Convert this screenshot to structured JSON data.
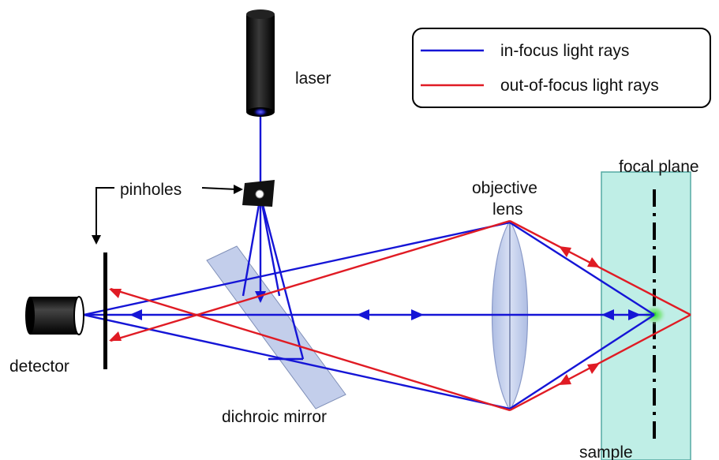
{
  "labels": {
    "laser": "laser",
    "pinholes": "pinholes",
    "detector": "detector",
    "dichroic_mirror": "dichroic mirror",
    "objective_lens_line1": "objective",
    "objective_lens_line2": "lens",
    "focal_plane": "focal plane",
    "sample": "sample"
  },
  "legend": {
    "in_focus": "in-focus light rays",
    "out_of_focus": "out-of-focus light rays"
  },
  "colors": {
    "in_focus": "#1515d6",
    "out_of_focus": "#e01b24",
    "sample_fill": "#bfeee6",
    "mirror_fill": "#b8c6e8"
  }
}
